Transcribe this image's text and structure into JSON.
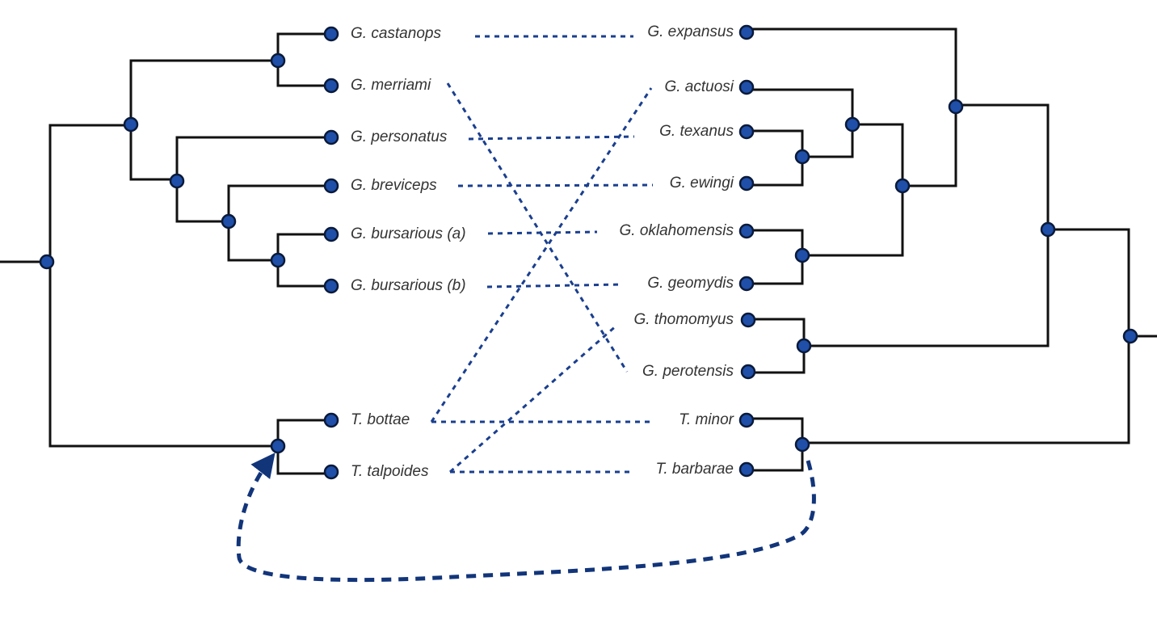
{
  "left_tree": {
    "tips": [
      "G. castanops",
      "G. merriami",
      "G. personatus",
      "G. breviceps",
      "G. bursarious (a)",
      "G. bursarious (b)",
      "T. bottae",
      "T. talpoides"
    ]
  },
  "right_tree": {
    "tips": [
      "G. expansus",
      "G. actuosi",
      "G. texanus",
      "G. ewingi",
      "G. oklahomensis",
      "G. geomydis",
      "G. thomomyus",
      "G. perotensis",
      "T. minor",
      "T. barbarae"
    ]
  },
  "associations": [
    {
      "host": "G. castanops",
      "parasite": "G. expansus"
    },
    {
      "host": "G. merriami",
      "parasite": "G. perotensis"
    },
    {
      "host": "G. personatus",
      "parasite": "G. texanus"
    },
    {
      "host": "G. breviceps",
      "parasite": "G. ewingi"
    },
    {
      "host": "G. bursarious (a)",
      "parasite": "G. oklahomensis"
    },
    {
      "host": "G. bursarious (b)",
      "parasite": "G. geomydis"
    },
    {
      "host": "T. bottae",
      "parasite": "G. actuosi"
    },
    {
      "host": "T. bottae",
      "parasite": "T. minor"
    },
    {
      "host": "T. talpoides",
      "parasite": "G. thomomyus"
    },
    {
      "host": "T. talpoides",
      "parasite": "T. barbarae"
    }
  ],
  "colors": {
    "branch": "#111111",
    "node_fill": "#1f4fa8",
    "association_line": "#1a3f8f",
    "host_switch_arrow": "#12357a"
  }
}
